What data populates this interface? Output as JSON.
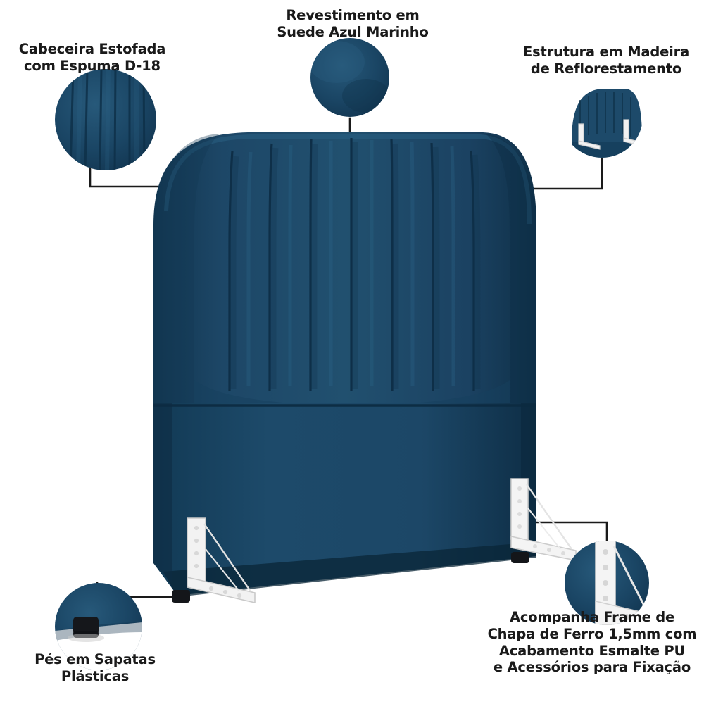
{
  "diagram": {
    "type": "product-feature-callout",
    "product": "Cabeceira Estofada Azul Marinho",
    "background_color": "#ffffff",
    "product_color": "#1b4464",
    "accent_color": "#12395a",
    "text_color": "#1a1a1a"
  },
  "callouts": [
    {
      "id": "headboard",
      "label": "Cabeceira Estofada\ncom Espuma D-18",
      "bubble": "headboard-detail-bubble",
      "icon": "tufted-panel-closeup"
    },
    {
      "id": "upholstery",
      "label": "Revestimento em\nSuede Azul Marinho",
      "bubble": "upholstery-detail-bubble",
      "icon": "suede-fabric-swatch"
    },
    {
      "id": "frame-wood",
      "label": "Estrutura em Madeira\nde Reflorestamento",
      "bubble": "wood-structure-detail-bubble",
      "icon": "headboard-back-view"
    },
    {
      "id": "feet",
      "label": "Pés em Sapatas\nPlásticas",
      "bubble": "feet-detail-bubble",
      "icon": "plastic-foot-closeup"
    },
    {
      "id": "iron-frame",
      "label": "Acompanha Frame de\nChapa de Ferro 1,5mm com\nAcabamento Esmalte PU\ne Acessórios para Fixação",
      "bubble": "iron-frame-detail-bubble",
      "icon": "metal-bracket-closeup"
    }
  ],
  "product_image": {
    "name": "upholstered-headboard",
    "panels": 8,
    "brackets": 2,
    "feet": 2
  }
}
